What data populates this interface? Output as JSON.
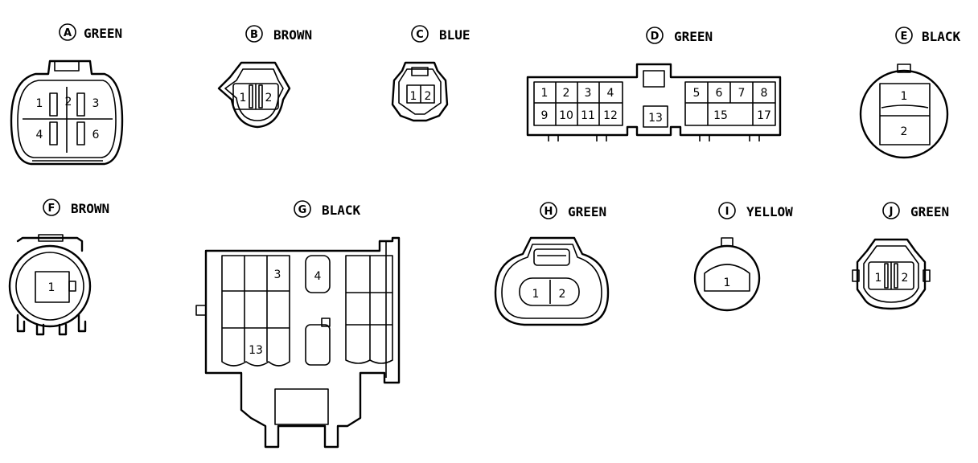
{
  "connectors": {
    "A": {
      "letter": "A",
      "color": "GREEN",
      "pins": [
        "1",
        "2",
        "3",
        "4",
        "6"
      ]
    },
    "B": {
      "letter": "B",
      "color": "BROWN",
      "pins": [
        "1",
        "2"
      ]
    },
    "C": {
      "letter": "C",
      "color": "BLUE",
      "pins": [
        "1",
        "2"
      ]
    },
    "D": {
      "letter": "D",
      "color": "GREEN",
      "pins": [
        "1",
        "2",
        "3",
        "4",
        "9",
        "10",
        "11",
        "12",
        "13",
        "5",
        "6",
        "7",
        "8",
        "15",
        "17"
      ]
    },
    "E": {
      "letter": "E",
      "color": "BLACK",
      "pins": [
        "1",
        "2"
      ]
    },
    "F": {
      "letter": "F",
      "color": "BROWN",
      "pins": [
        "1"
      ]
    },
    "G": {
      "letter": "G",
      "color": "BLACK",
      "pins": [
        "3",
        "4",
        "13"
      ]
    },
    "H": {
      "letter": "H",
      "color": "GREEN",
      "pins": [
        "1",
        "2"
      ]
    },
    "I": {
      "letter": "I",
      "color": "YELLOW",
      "pins": [
        "1"
      ]
    },
    "J": {
      "letter": "J",
      "color": "GREEN",
      "pins": [
        "1",
        "2"
      ]
    }
  }
}
